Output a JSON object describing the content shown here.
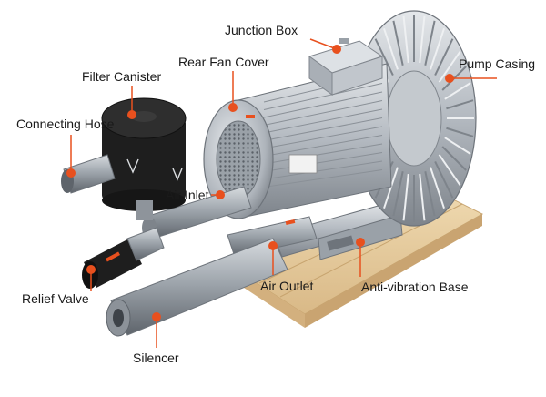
{
  "colors": {
    "accent": "#E8501E",
    "metal_light": "#D6DADF",
    "metal_mid": "#A9AFB6",
    "metal_dark": "#6E747B",
    "wood": "#E8CFA0",
    "black": "#1E1E1E"
  },
  "labels": {
    "junction_box": "Junction Box",
    "rear_fan_cover": "Rear Fan Cover",
    "filter_canister": "Filter Canister",
    "pump_casing": "Pump Casing",
    "connecting_hose": "Connecting Hose",
    "air_inlet": "Air Inlet",
    "relief_valve": "Relief Valve",
    "air_outlet": "Air Outlet",
    "anti_vibration_base": "Anti-vibration Base",
    "silencer": "Silencer"
  }
}
